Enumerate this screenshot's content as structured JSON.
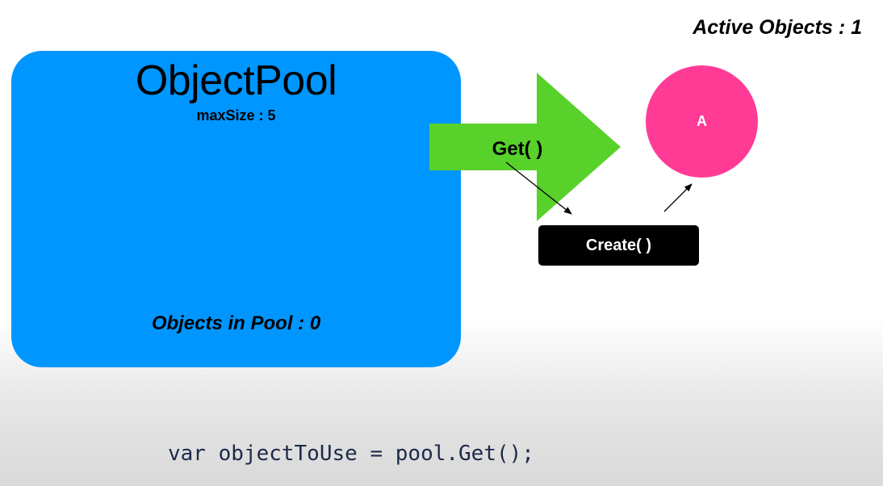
{
  "pool": {
    "title": "ObjectPool",
    "max_size_label": "maxSize : 5",
    "count_label": "Objects in Pool : 0"
  },
  "active": {
    "label": "Active Objects : 1"
  },
  "get_arrow": {
    "label": "Get( )"
  },
  "create_step": {
    "label": "Create( )"
  },
  "active_object": {
    "label": "A"
  },
  "code": {
    "line": "var objectToUse = pool.Get();"
  },
  "colors": {
    "pool_box": "#0096ff",
    "get_arrow": "#58d12b",
    "object_a": "#ff3b96",
    "create_box": "#000000",
    "code_text": "#1d2a4a"
  }
}
